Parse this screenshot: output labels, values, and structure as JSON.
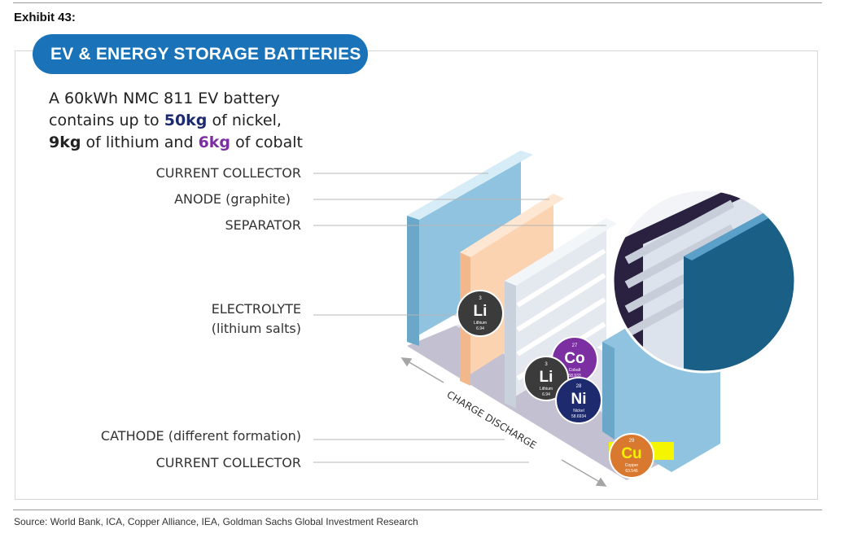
{
  "exhibit": "Exhibit 43:",
  "title": "EV & ENERGY STORAGE BATTERIES",
  "headline": {
    "line1": "A 60kWh NMC 811 EV battery",
    "line2_pre": "contains up to ",
    "nickel_amount": "50kg",
    "line2_post": " of nickel,",
    "lithium_amount": "9kg",
    "line3_mid": " of lithium and ",
    "cobalt_amount": "6kg",
    "line3_post": " of cobalt"
  },
  "labels": {
    "current_collector_top": "CURRENT COLLECTOR",
    "anode": "ANODE (graphite)",
    "separator": "SEPARATOR",
    "electrolyte_1": "ELECTROLYTE",
    "electrolyte_2": "(lithium salts)",
    "cathode": "CATHODE (different formation)",
    "current_collector_bottom": "CURRENT COLLECTOR",
    "charge_discharge": "CHARGE DISCHARGE"
  },
  "elements": {
    "li_anode": {
      "number": "3",
      "symbol": "Li",
      "name": "Lithium",
      "mass": "6.94"
    },
    "li_cathode": {
      "number": "3",
      "symbol": "Li",
      "name": "Lithium",
      "mass": "6.94"
    },
    "co": {
      "number": "27",
      "symbol": "Co",
      "name": "Cobalt",
      "mass": "58.933"
    },
    "ni": {
      "number": "28",
      "symbol": "Ni",
      "name": "Nickel",
      "mass": "58.6934"
    },
    "cu": {
      "number": "29",
      "symbol": "Cu",
      "name": "Copper",
      "mass": "63.546"
    }
  },
  "colors": {
    "title_bg": "#1a73b8",
    "collector_blue": "#8fc3df",
    "anode_orange": "#fbd3b0",
    "lithium_dark": "#3b3b3b",
    "cobalt_purple": "#7b2fa0",
    "nickel_navy": "#1d2a6e",
    "copper_orange": "#d9782f",
    "highlight_yellow": "#f5f500"
  },
  "source": "Source: World Bank, ICA, Copper Alliance, IEA, Goldman Sachs Global Investment Research"
}
